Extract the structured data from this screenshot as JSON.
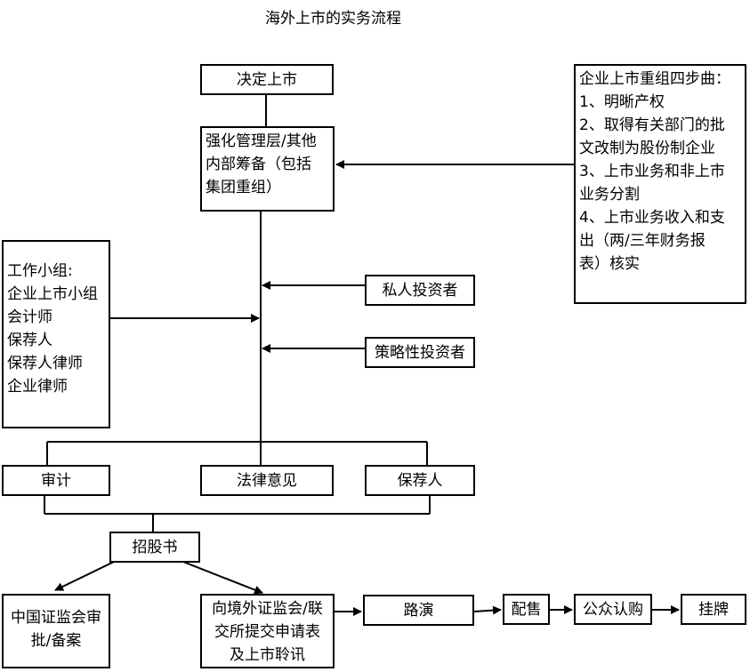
{
  "title": "海外上市的实务流程",
  "nodes": {
    "decide": "决定上市",
    "strengthen": [
      "强化管理层/其他",
      "内部筹备（包括",
      "集团重组）"
    ],
    "reorg": [
      "企业上市重组四步曲：",
      "1、明晰产权",
      "2、取得有关部门的批",
      "文改制为股份制企业",
      "3、上市业务和非上市",
      "业务分割",
      "4、上市业务收入和支",
      "出（两/三年财务报",
      "表）核实"
    ],
    "working_group": [
      "工作小组:",
      "企业上市小组",
      "会计师",
      "保荐人",
      "保荐人律师",
      "企业律师"
    ],
    "private_investor": "私人投资者",
    "strategic_investor": "策略性投资者",
    "audit": "审计",
    "legal_opinion": "法律意见",
    "sponsor": "保荐人",
    "prospectus": "招股书",
    "csrc": [
      "中国证监会审",
      "批/备案"
    ],
    "overseas": [
      "向境外证监会/联",
      "交所提交申请表",
      "及上市聆讯"
    ],
    "roadshow": "路演",
    "placement": "配售",
    "public_offer": "公众认购",
    "listing": "挂牌"
  }
}
